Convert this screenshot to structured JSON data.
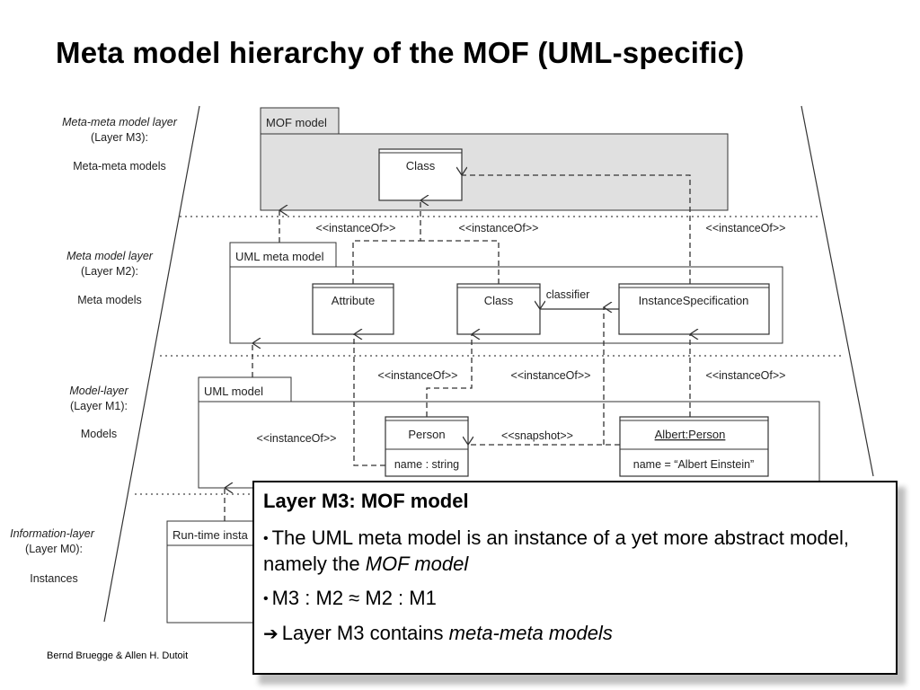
{
  "slide_title": "Meta model hierarchy of the MOF (UML-specific)",
  "layers": [
    {
      "name": "Meta-meta model layer",
      "level": "(Layer M3):",
      "models": "Meta-meta models"
    },
    {
      "name": "Meta model layer",
      "level": "(Layer M2):",
      "models": "Meta models"
    },
    {
      "name": "Model-layer",
      "level": "(Layer M1):",
      "models": "Models"
    },
    {
      "name": "Information-layer",
      "level": "(Layer M0):",
      "models": "Instances"
    }
  ],
  "packages": {
    "mof": "MOF model",
    "uml_meta": "UML meta model",
    "uml": "UML model",
    "runtime": "Run-time insta"
  },
  "classes": {
    "mof_class": "Class",
    "attribute": "Attribute",
    "uml_class": "Class",
    "instance_spec": "InstanceSpecification",
    "person": "Person",
    "person_attr": "name : string",
    "albert": "Albert:Person",
    "albert_slot": "name = “Albert Einstein”"
  },
  "labels": {
    "instance_of": "<<instanceOf>>",
    "snapshot": "<<snapshot>>",
    "classifier": "classifier"
  },
  "callout": {
    "title": "Layer M3: MOF model",
    "bullet1_text": "The UML meta model is an instance of a yet more abstract model, namely the ",
    "bullet1_em": "MOF model",
    "bullet2": "M3 : M2 ≈ M2 : M1",
    "bullet3_text": "Layer M3 contains ",
    "bullet3_em": "meta-meta models"
  },
  "footer": "Bernd Bruegge & Allen H. Dutoit"
}
